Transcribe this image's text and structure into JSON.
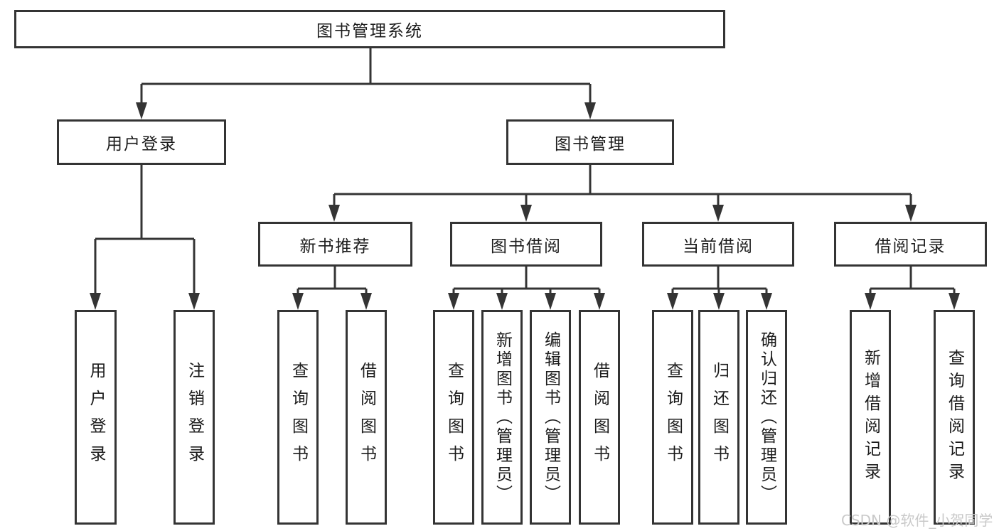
{
  "tree": {
    "label": "图书管理系统",
    "children": [
      {
        "label": "用户登录",
        "children": [
          {
            "label": "用户登录"
          },
          {
            "label": "注销登录"
          }
        ]
      },
      {
        "label": "图书管理",
        "children": [
          {
            "label": "新书推荐",
            "children": [
              {
                "label": "查询图书"
              },
              {
                "label": "借阅图书"
              }
            ]
          },
          {
            "label": "图书借阅",
            "children": [
              {
                "label": "查询图书"
              },
              {
                "label": "新增图书（管理员）"
              },
              {
                "label": "编辑图书（管理员）"
              },
              {
                "label": "借阅图书"
              }
            ]
          },
          {
            "label": "当前借阅",
            "children": [
              {
                "label": "查询图书"
              },
              {
                "label": "归还图书"
              },
              {
                "label": "确认归还（管理员）"
              }
            ]
          },
          {
            "label": "借阅记录",
            "children": [
              {
                "label": "新增借阅记录"
              },
              {
                "label": "查询借阅记录"
              }
            ]
          }
        ]
      }
    ]
  },
  "watermark": "CSDN @软件_小贺同学",
  "colors": {
    "line": "#343434",
    "text": "#1c1c1c",
    "watermark": "#c9c9c9",
    "background": "#ffffff"
  }
}
